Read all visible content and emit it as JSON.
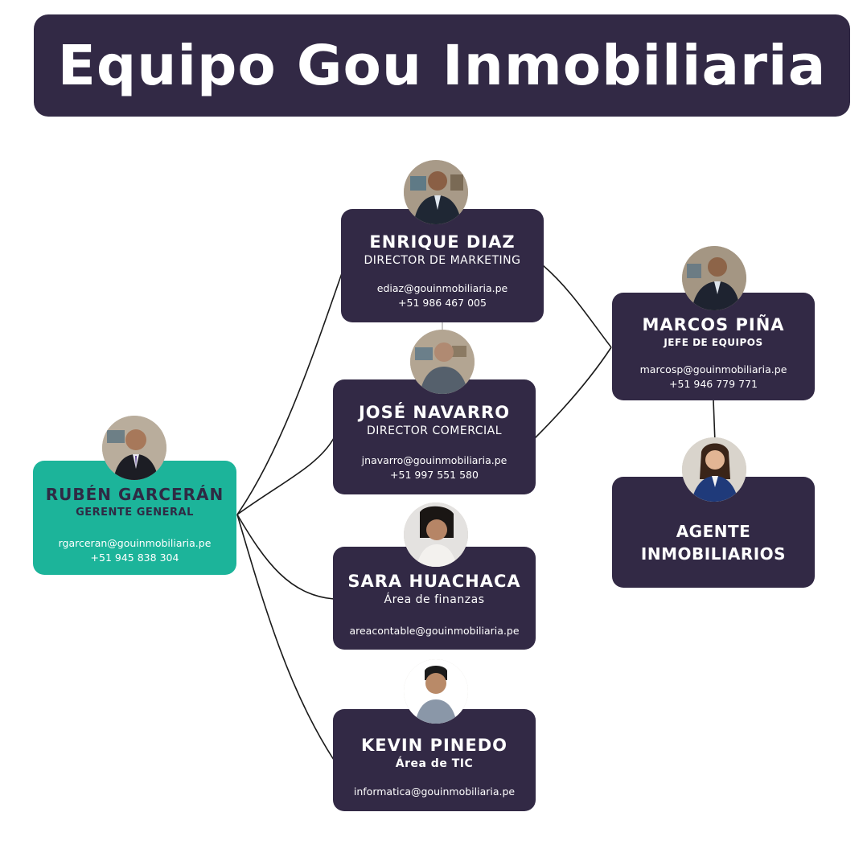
{
  "title": "Equipo Gou Inmobiliaria",
  "colors": {
    "banner": "#322945",
    "card_dark": "#322945",
    "card_accent": "#1cb49a",
    "connector": "#1a1a1a"
  },
  "members": {
    "ruben": {
      "name": "RUBÉN GARCERÁN",
      "role": "GERENTE GENERAL",
      "email": "rgarceran@gouinmobiliaria.pe",
      "phone": "+51 945 838 304"
    },
    "enrique": {
      "name": "ENRIQUE DIAZ",
      "role": "DIRECTOR DE MARKETING",
      "email": "ediaz@gouinmobiliaria.pe",
      "phone": "+51 986 467 005"
    },
    "jose": {
      "name": "JOSÉ NAVARRO",
      "role": "DIRECTOR COMERCIAL",
      "email": "jnavarro@gouinmobiliaria.pe",
      "phone": "+51 997 551 580"
    },
    "sara": {
      "name": "SARA HUACHACA",
      "role": "Área de finanzas",
      "email": "areacontable@gouinmobiliaria.pe"
    },
    "kevin": {
      "name": "KEVIN PINEDO",
      "role": "Área de TIC",
      "email": "informatica@gouinmobiliaria.pe"
    },
    "marcos": {
      "name": "MARCOS PIÑA",
      "role": "JEFE DE EQUIPOS",
      "email": "marcosp@gouinmobiliaria.pe",
      "phone": "+51 946 779 771"
    },
    "agente": {
      "line1": "AGENTE",
      "line2": "INMOBILIARIOS"
    }
  }
}
